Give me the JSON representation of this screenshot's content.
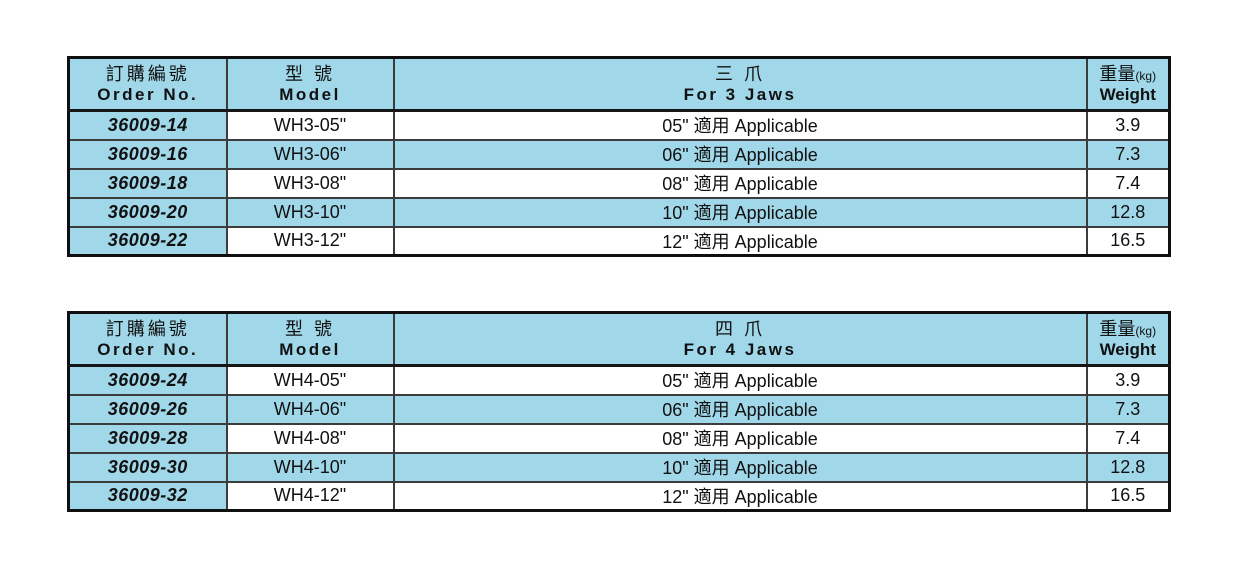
{
  "colors": {
    "cell_blue": "#a0d7e9",
    "cell_white": "#ffffff",
    "border_outer": "#0f0f0f",
    "border_inner": "#3c3c3c",
    "text": "#111111"
  },
  "tables": [
    {
      "headers": {
        "order_no_zh": "訂購編號",
        "order_no_en": "Order No.",
        "model_zh": "型 號",
        "model_en": "Model",
        "jaws_zh": "三 爪",
        "jaws_en": "For 3 Jaws",
        "weight_zh": "重量",
        "weight_unit": "(kg)",
        "weight_en": "Weight"
      },
      "rows": [
        {
          "order_no": "36009-14",
          "model": "WH3-05\"",
          "applicable": "05\" 適用 Applicable",
          "weight": "3.9"
        },
        {
          "order_no": "36009-16",
          "model": "WH3-06\"",
          "applicable": "06\" 適用 Applicable",
          "weight": "7.3"
        },
        {
          "order_no": "36009-18",
          "model": "WH3-08\"",
          "applicable": "08\" 適用 Applicable",
          "weight": "7.4"
        },
        {
          "order_no": "36009-20",
          "model": "WH3-10\"",
          "applicable": "10\" 適用 Applicable",
          "weight": "12.8"
        },
        {
          "order_no": "36009-22",
          "model": "WH3-12\"",
          "applicable": "12\" 適用 Applicable",
          "weight": "16.5"
        }
      ]
    },
    {
      "headers": {
        "order_no_zh": "訂購編號",
        "order_no_en": "Order No.",
        "model_zh": "型 號",
        "model_en": "Model",
        "jaws_zh": "四 爪",
        "jaws_en": "For 4 Jaws",
        "weight_zh": "重量",
        "weight_unit": "(kg)",
        "weight_en": "Weight"
      },
      "rows": [
        {
          "order_no": "36009-24",
          "model": "WH4-05\"",
          "applicable": "05\" 適用 Applicable",
          "weight": "3.9"
        },
        {
          "order_no": "36009-26",
          "model": "WH4-06\"",
          "applicable": "06\" 適用 Applicable",
          "weight": "7.3"
        },
        {
          "order_no": "36009-28",
          "model": "WH4-08\"",
          "applicable": "08\" 適用 Applicable",
          "weight": "7.4"
        },
        {
          "order_no": "36009-30",
          "model": "WH4-10\"",
          "applicable": "10\" 適用 Applicable",
          "weight": "12.8"
        },
        {
          "order_no": "36009-32",
          "model": "WH4-12\"",
          "applicable": "12\" 適用 Applicable",
          "weight": "16.5"
        }
      ]
    }
  ]
}
